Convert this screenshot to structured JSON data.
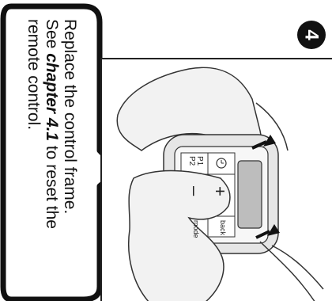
{
  "instruction": {
    "line1": "Replace the control frame.",
    "line2_prefix": "See ",
    "line2_emphasis": "chapter 4.1",
    "line2_suffix": " to reset the",
    "line3": "remote control."
  },
  "step_number": "4",
  "device_labels": {
    "p1": "P1",
    "p2": "P2",
    "minus": "–",
    "plus": "+",
    "mode": "mode",
    "back": "back"
  },
  "icons": [
    "clock-icon",
    "arrow-icon",
    "arrow-icon"
  ]
}
